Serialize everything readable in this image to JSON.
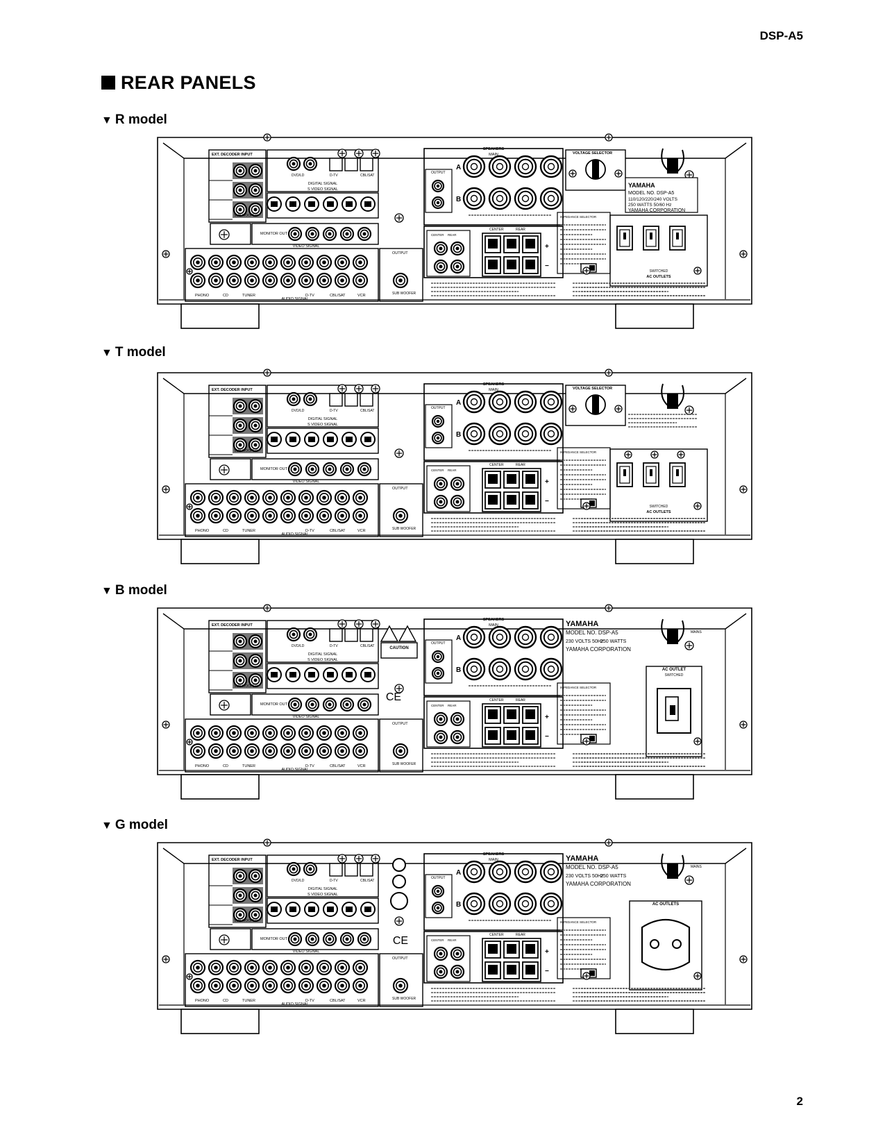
{
  "header": {
    "doc_id": "DSP-A5"
  },
  "section": {
    "title": "REAR PANELS"
  },
  "page_number": "2",
  "panel_labels": {
    "speakers": "SPEAKERS",
    "main": "MAIN",
    "output": "OUTPUT",
    "center": "CENTER",
    "rear": "REAR",
    "ext_decoder_input": "EXT. DECODER INPUT",
    "digital_signal": "DIGITAL SIGNAL",
    "s_video_signal": "S VIDEO SIGNAL",
    "video_signal": "VIDEO SIGNAL",
    "audio_signal": "AUDIO SIGNAL",
    "monitor_out": "MONITOR OUT",
    "voltage_selector": "VOLTAGE SELECTOR",
    "impedance_selector": "IMPEDANCE SELECTOR",
    "ac_outlets": "AC OUTLETS",
    "ac_outlet": "AC OUTLET",
    "switched": "SWITCHED",
    "main_label": "MAINS",
    "yamaha": "YAMAHA",
    "model_no": "MODEL NO. DSP-A5",
    "corporation": "YAMAHA CORPORATION",
    "caution": "CAUTION",
    "phono": "PHONO",
    "cd": "CD",
    "tuner": "TUNER",
    "vcr": "VCR",
    "dtv": "D-TV",
    "cbl": "CBL/SAT",
    "dvd": "DVD/LD",
    "sub_woofer": "SUB WOOFER",
    "ce": "CE"
  },
  "models": [
    {
      "label": "R model",
      "variant": "R",
      "voltage": "110/120/220/240 VOLTS",
      "watts": "250 WATTS 50/60 Hz"
    },
    {
      "label": "T model",
      "variant": "T",
      "voltage": "",
      "watts": ""
    },
    {
      "label": "B model",
      "variant": "B",
      "voltage": "230 VOLTS 50Hz",
      "watts": "250 WATTS"
    },
    {
      "label": "G model",
      "variant": "G",
      "voltage": "230 VOLTS 50Hz",
      "watts": "250 WATTS"
    }
  ],
  "colors": {
    "ink": "#000000",
    "paper": "#ffffff",
    "shade": "#7a7a7a"
  }
}
